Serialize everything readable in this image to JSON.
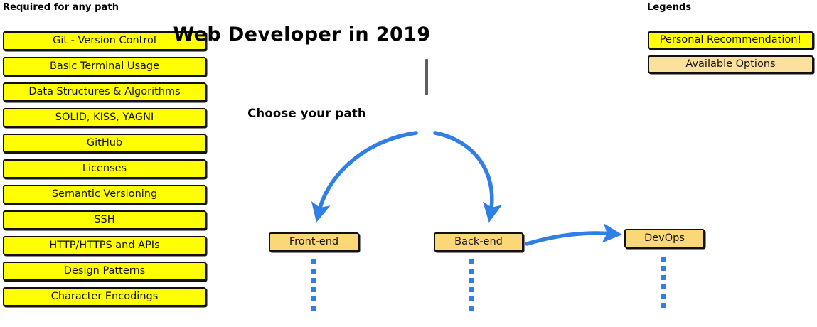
{
  "colors": {
    "recommendation_yellow": "#FFFF00",
    "available_option_tan": "#FCD777",
    "legend_option_tan": "#FCE0A0",
    "arrow_blue": "#2F7FE4",
    "stem_gray": "#5F5F5F",
    "outline_black": "#111111",
    "background": "#FFFFFF"
  },
  "required": {
    "header": "Required for any path",
    "items": [
      {
        "label": "Git - Version Control"
      },
      {
        "label": "Basic Terminal Usage"
      },
      {
        "label": "Data Structures & Algorithms"
      },
      {
        "label": "SOLID, KISS, YAGNI"
      },
      {
        "label": "GitHub"
      },
      {
        "label": "Licenses"
      },
      {
        "label": "Semantic Versioning"
      },
      {
        "label": "SSH"
      },
      {
        "label": "HTTP/HTTPS and APIs"
      },
      {
        "label": "Design Patterns"
      },
      {
        "label": "Character Encodings"
      }
    ]
  },
  "main": {
    "title": "Web Developer in 2019",
    "choose_prompt": "Choose your path",
    "paths": [
      {
        "label": "Front-end"
      },
      {
        "label": "Back-end"
      },
      {
        "label": "DevOps"
      }
    ]
  },
  "legends": {
    "header": "Legends",
    "items": [
      {
        "label": "Personal Recommendation!",
        "color": "#FFFF00"
      },
      {
        "label": "Available Options",
        "color": "#FCE0A0"
      }
    ]
  }
}
